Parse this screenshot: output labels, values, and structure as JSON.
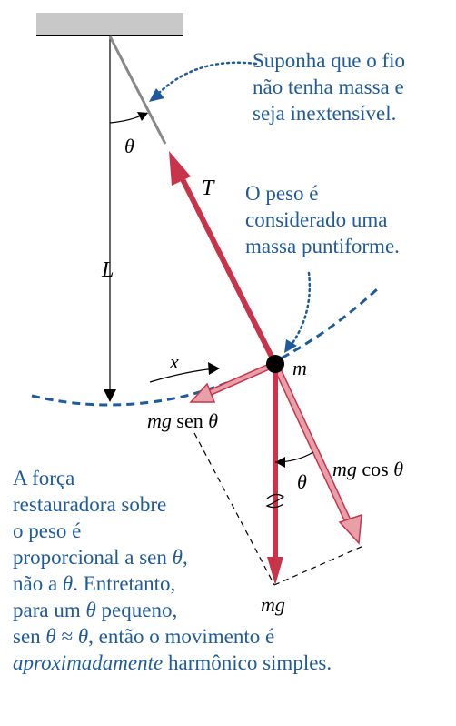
{
  "labels": {
    "theta_top": "θ",
    "T": "T",
    "L": "L",
    "x": "x",
    "m": "m",
    "mg_sen": "mg",
    "sen_word": " sen ",
    "sen_theta": "θ",
    "mg_cos": "mg",
    "cos_word": " cos ",
    "cos_theta": "θ",
    "theta_bottom": "θ",
    "mg": "mg"
  },
  "annotations": {
    "fio": [
      "Suponha que o fio",
      "não tenha massa e",
      "seja inextensível."
    ],
    "peso": [
      "O peso é",
      "considerado uma",
      "massa puntiforme."
    ]
  },
  "bottom_note": {
    "line1": "A força",
    "line2": "restauradora sobre",
    "line3": "o peso é",
    "line4_pre": "proporcional a sen ",
    "line4_theta": "θ",
    "line4_post": ",",
    "line5_pre": "não a ",
    "line5_theta": "θ",
    "line5_post": ". Entretanto,",
    "line6_pre": "para um ",
    "line6_theta": "θ",
    "line6_post": " pequeno,",
    "line7_pre": "sen ",
    "line7_theta1": "θ",
    "line7_approx": " ≈ ",
    "line7_theta2": "θ",
    "line7_post": ", então o movimento é",
    "line8_it": "aproximadamente",
    "line8_post": " harmônico simples."
  },
  "colors": {
    "annotation_blue": "#1f5b9c",
    "tension_red": "#c8344a",
    "component_pink": "#e8a0a8",
    "ceiling_gray": "#c8c8c8"
  }
}
